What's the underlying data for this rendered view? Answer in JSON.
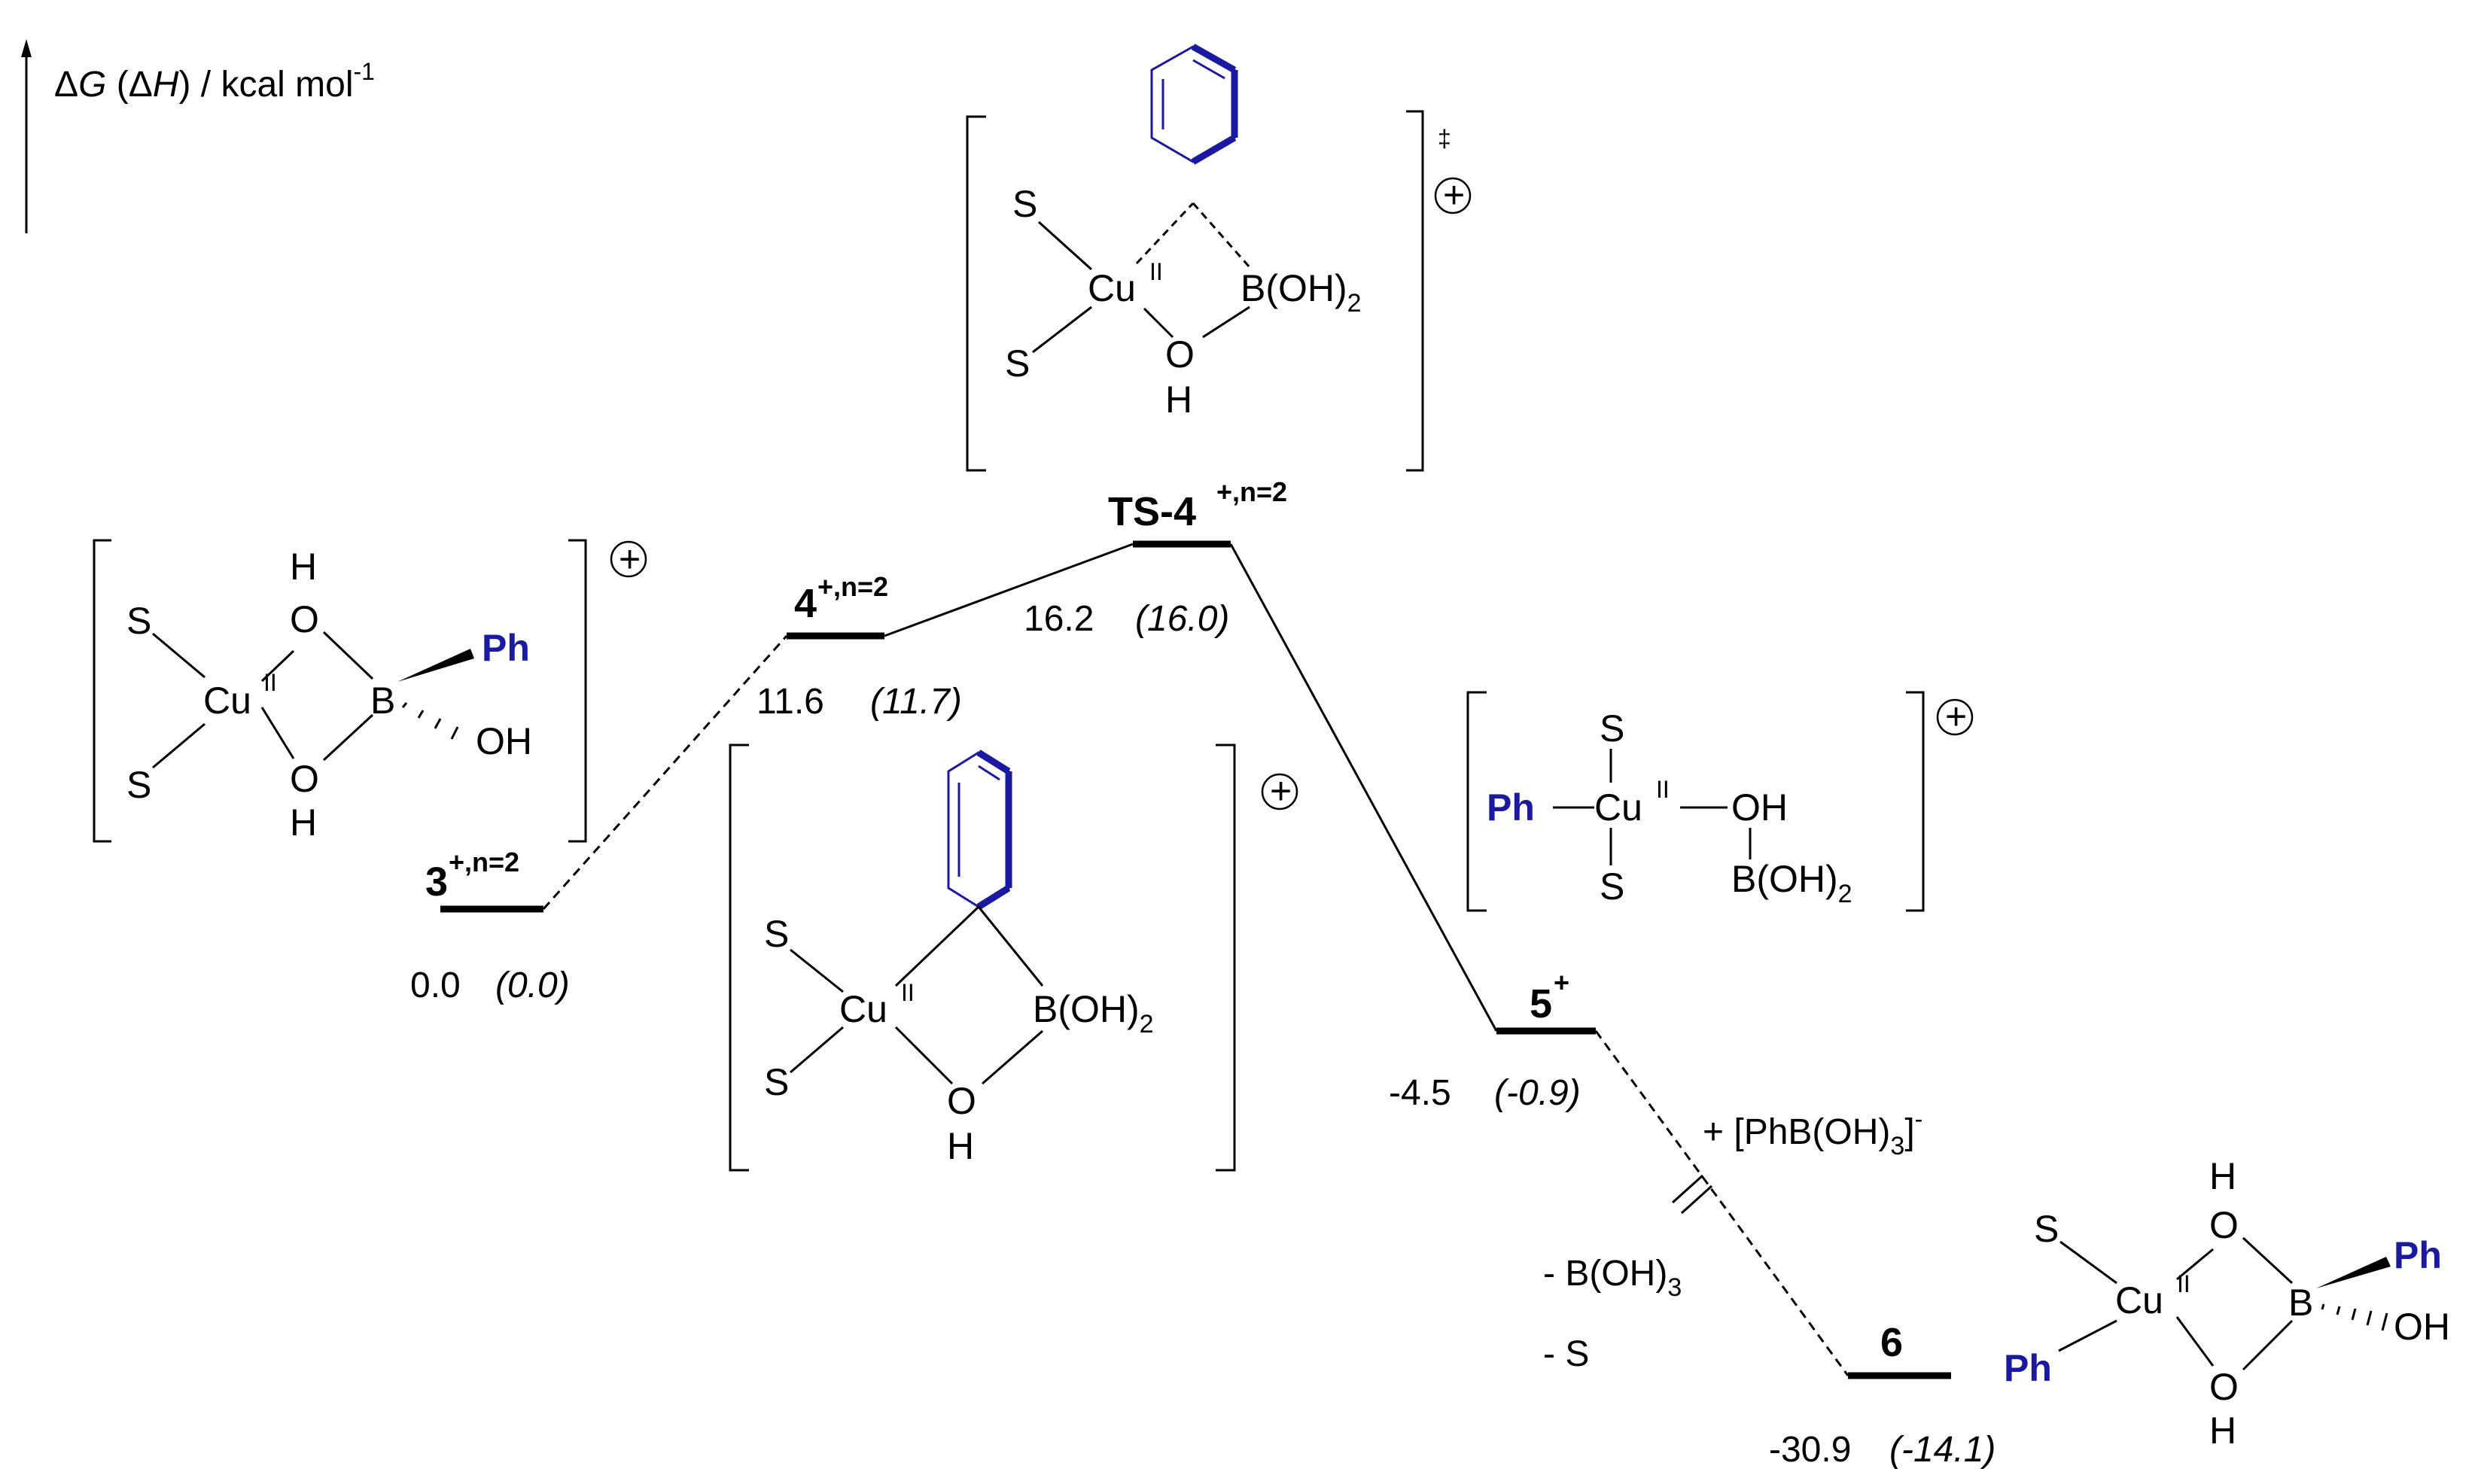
{
  "axis": {
    "label_prefix": "Δ",
    "label_g": "G",
    "label_mid": " (Δ",
    "label_h": "H",
    "label_suffix": ") / kcal mol",
    "label_exp": "-1"
  },
  "species": [
    {
      "id": "s3",
      "name": "3",
      "sup": "+,n=2",
      "dG": "0.0",
      "dH": "(0.0)"
    },
    {
      "id": "s4",
      "name": "4",
      "sup": "+,n=2",
      "dG": "11.6",
      "dH": "(11.7)"
    },
    {
      "id": "ts4",
      "name": "TS-4",
      "sup": "+,n=2",
      "dG": "16.2",
      "dH": "(16.0)"
    },
    {
      "id": "s5",
      "name": "5",
      "sup": "+",
      "dG": "-4.5",
      "dH": "(-0.9)"
    },
    {
      "id": "s6",
      "name": "6",
      "sup": "",
      "dG": "-30.9",
      "dH": "(-14.1)"
    }
  ],
  "notes": {
    "add_prefix": "+ [PhB(OH)",
    "add_sub": "3",
    "add_suffix": "]",
    "add_sup": "-",
    "remove_boh_prefix": "- B(OH)",
    "remove_boh_sub": "3",
    "remove_s": "- S"
  },
  "atoms": {
    "S": "S",
    "Cu": "Cu",
    "ox": "II",
    "O": "O",
    "H": "H",
    "OH": "OH",
    "B": "B",
    "Ph": "Ph",
    "BOH2": "B(OH)",
    "sub2": "2",
    "plus": "+",
    "dagger": "‡"
  },
  "colors": {
    "phenyl": "#1a1aa0",
    "lines": "#000000"
  }
}
